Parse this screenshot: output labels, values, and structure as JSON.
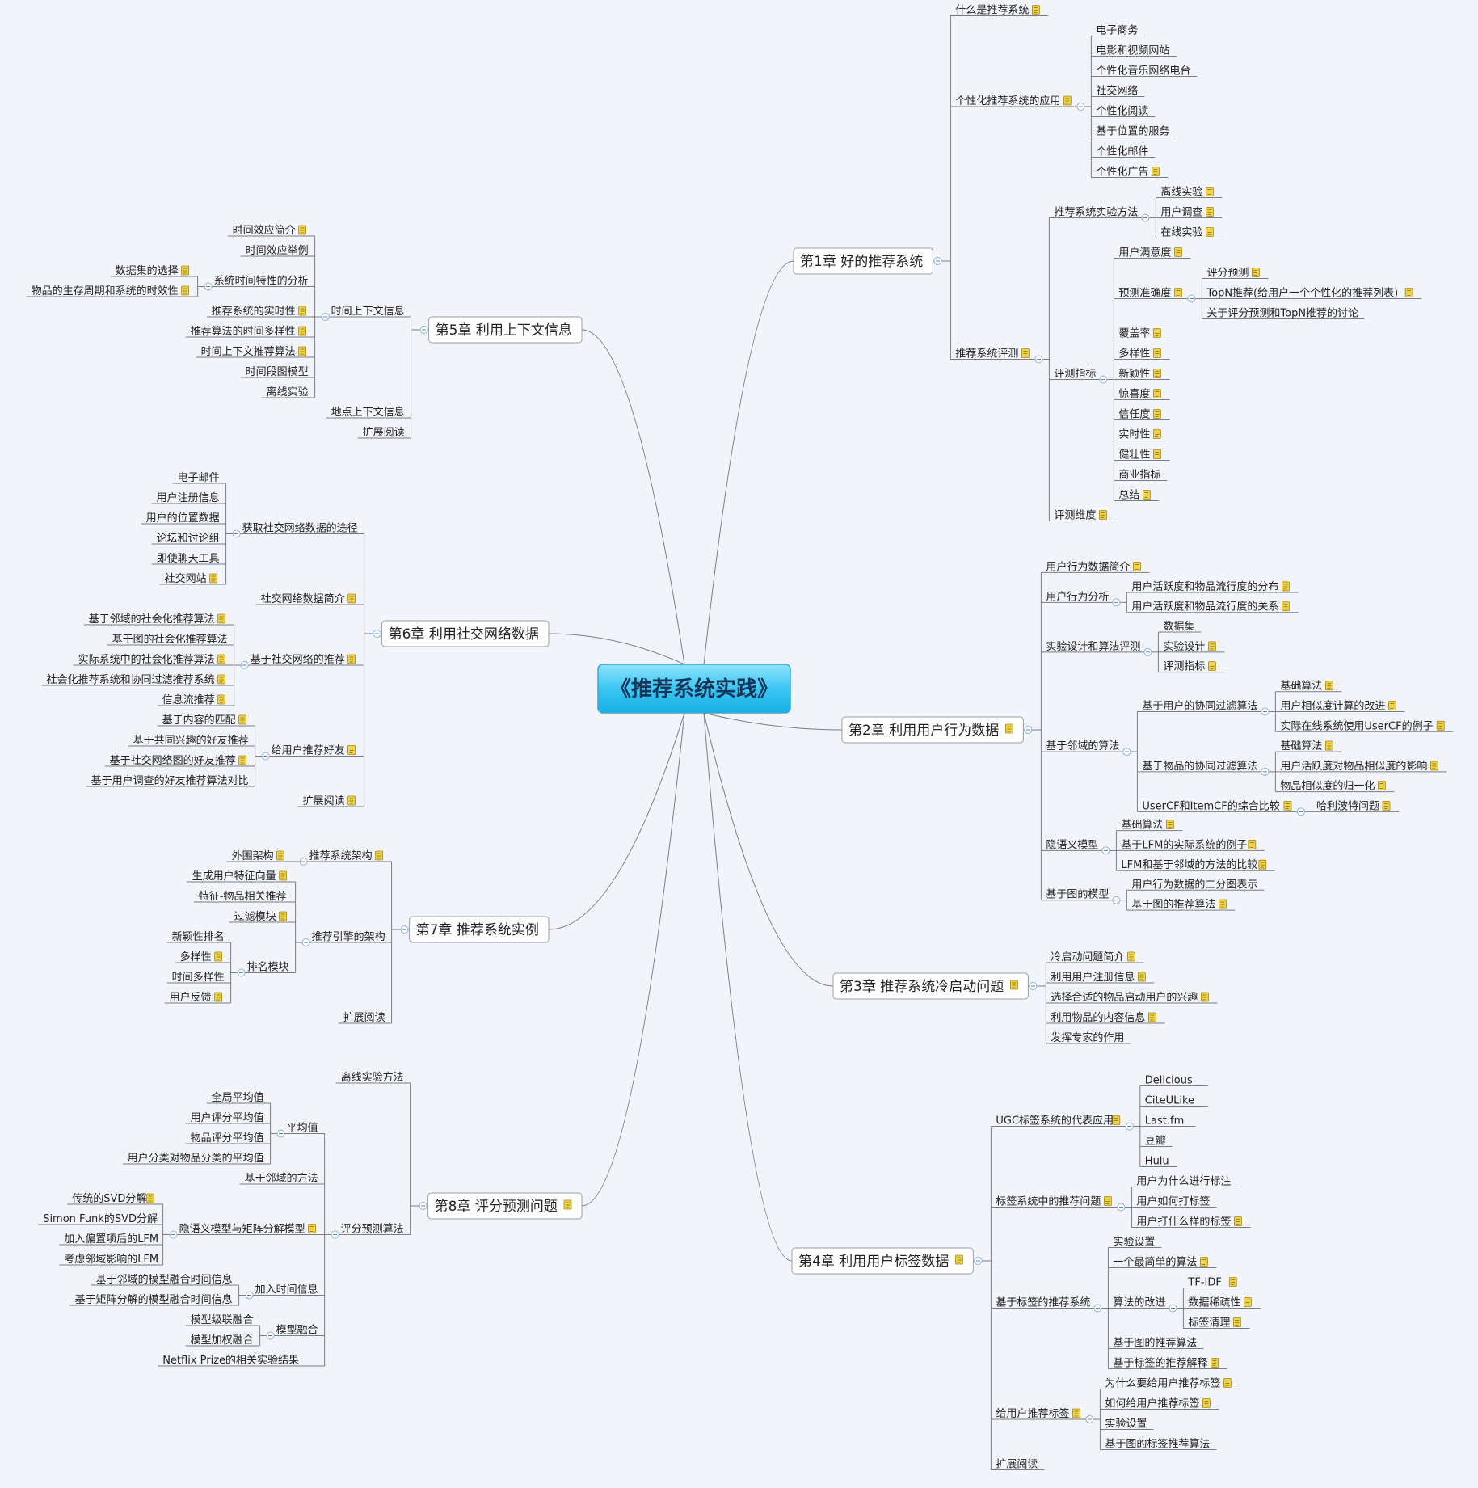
{
  "mindmap": {
    "root": "《推荐系统实践》",
    "right": [
      {
        "label": "第1章 好的推荐系统",
        "children": [
          {
            "label": "什么是推荐系统",
            "note": true
          },
          {
            "label": "个性化推荐系统的应用",
            "note": true,
            "children": [
              {
                "label": "电子商务"
              },
              {
                "label": "电影和视频网站"
              },
              {
                "label": "个性化音乐网络电台"
              },
              {
                "label": "社交网络"
              },
              {
                "label": "个性化阅读"
              },
              {
                "label": "基于位置的服务"
              },
              {
                "label": "个性化邮件"
              },
              {
                "label": "个性化广告",
                "note": true
              }
            ]
          },
          {
            "label": "推荐系统评测",
            "note": true,
            "children": [
              {
                "label": "推荐系统实验方法",
                "children": [
                  {
                    "label": "离线实验",
                    "note": true
                  },
                  {
                    "label": "用户调查",
                    "note": true
                  },
                  {
                    "label": "在线实验",
                    "note": true
                  }
                ]
              },
              {
                "label": "评测指标",
                "children": [
                  {
                    "label": "用户满意度",
                    "note": true
                  },
                  {
                    "label": "预测准确度",
                    "note": true,
                    "children": [
                      {
                        "label": "评分预测",
                        "note": true
                      },
                      {
                        "label": "TopN推荐(给用户一个个性化的推荐列表)",
                        "note": true
                      },
                      {
                        "label": "关于评分预测和TopN推荐的讨论"
                      }
                    ]
                  },
                  {
                    "label": "覆盖率",
                    "note": true
                  },
                  {
                    "label": "多样性",
                    "note": true
                  },
                  {
                    "label": "新颖性",
                    "note": true
                  },
                  {
                    "label": "惊喜度",
                    "note": true
                  },
                  {
                    "label": "信任度",
                    "note": true
                  },
                  {
                    "label": "实时性",
                    "note": true
                  },
                  {
                    "label": "健壮性",
                    "note": true
                  },
                  {
                    "label": "商业指标"
                  },
                  {
                    "label": "总结",
                    "note": true
                  }
                ]
              },
              {
                "label": "评测维度",
                "note": true
              }
            ]
          }
        ]
      },
      {
        "label": "第2章 利用用户行为数据",
        "note": true,
        "children": [
          {
            "label": "用户行为数据简介",
            "note": true
          },
          {
            "label": "用户行为分析",
            "children": [
              {
                "label": "用户活跃度和物品流行度的分布",
                "note": true
              },
              {
                "label": "用户活跃度和物品流行度的关系",
                "note": true
              }
            ]
          },
          {
            "label": "实验设计和算法评测",
            "children": [
              {
                "label": "数据集"
              },
              {
                "label": "实验设计",
                "note": true
              },
              {
                "label": "评测指标",
                "note": true
              }
            ]
          },
          {
            "label": "基于邻域的算法",
            "children": [
              {
                "label": "基于用户的协同过滤算法",
                "children": [
                  {
                    "label": "基础算法",
                    "note": true
                  },
                  {
                    "label": "用户相似度计算的改进",
                    "note": true
                  },
                  {
                    "label": "实际在线系统使用UserCF的例子",
                    "note": true
                  }
                ]
              },
              {
                "label": "基于物品的协同过滤算法",
                "children": [
                  {
                    "label": "基础算法",
                    "note": true
                  },
                  {
                    "label": "用户活跃度对物品相似度的影响",
                    "note": true
                  },
                  {
                    "label": "物品相似度的归一化",
                    "note": true
                  }
                ]
              },
              {
                "label": "UserCF和ItemCF的综合比较",
                "note": true,
                "children": [
                  {
                    "label": "哈利波特问题",
                    "note": true
                  }
                ]
              }
            ]
          },
          {
            "label": "隐语义模型",
            "children": [
              {
                "label": "基础算法",
                "note": true
              },
              {
                "label": "基于LFM的实际系统的例子",
                "note": true
              },
              {
                "label": "LFM和基于邻域的方法的比较",
                "note": true
              }
            ]
          },
          {
            "label": "基于图的模型",
            "children": [
              {
                "label": "用户行为数据的二分图表示"
              },
              {
                "label": "基于图的推荐算法",
                "note": true
              }
            ]
          }
        ]
      },
      {
        "label": "第3章 推荐系统冷启动问题",
        "note": true,
        "children": [
          {
            "label": "冷启动问题简介",
            "note": true
          },
          {
            "label": "利用用户注册信息",
            "note": true
          },
          {
            "label": "选择合适的物品启动用户的兴趣",
            "note": true
          },
          {
            "label": "利用物品的内容信息",
            "note": true
          },
          {
            "label": "发挥专家的作用"
          }
        ]
      },
      {
        "label": "第4章 利用用户标签数据",
        "note": true,
        "children": [
          {
            "label": "UGC标签系统的代表应用",
            "note": true,
            "children": [
              {
                "label": "Delicious"
              },
              {
                "label": "CiteULike"
              },
              {
                "label": "Last.fm"
              },
              {
                "label": "豆瓣"
              },
              {
                "label": "Hulu"
              }
            ]
          },
          {
            "label": "标签系统中的推荐问题",
            "note": true,
            "children": [
              {
                "label": "用户为什么进行标注"
              },
              {
                "label": "用户如何打标签"
              },
              {
                "label": "用户打什么样的标签",
                "note": true
              }
            ]
          },
          {
            "label": "基于标签的推荐系统",
            "children": [
              {
                "label": "实验设置"
              },
              {
                "label": "一个最简单的算法",
                "note": true
              },
              {
                "label": "算法的改进",
                "children": [
                  {
                    "label": "TF-IDF",
                    "note": true
                  },
                  {
                    "label": "数据稀疏性",
                    "note": true
                  },
                  {
                    "label": "标签清理",
                    "note": true
                  }
                ]
              },
              {
                "label": "基于图的推荐算法"
              },
              {
                "label": "基于标签的推荐解释",
                "note": true
              }
            ]
          },
          {
            "label": "给用户推荐标签",
            "note": true,
            "children": [
              {
                "label": "为什么要给用户推荐标签",
                "note": true
              },
              {
                "label": "如何给用户推荐标签",
                "note": true
              },
              {
                "label": "实验设置"
              },
              {
                "label": "基于图的标签推荐算法"
              }
            ]
          },
          {
            "label": "扩展阅读"
          }
        ]
      }
    ],
    "left": [
      {
        "label": "第5章 利用上下文信息",
        "children": [
          {
            "label": "时间上下文信息",
            "children": [
              {
                "label": "时间效应简介",
                "note": true
              },
              {
                "label": "时间效应举例"
              },
              {
                "label": "系统时间特性的分析",
                "children": [
                  {
                    "label": "数据集的选择",
                    "note": true
                  },
                  {
                    "label": "物品的生存周期和系统的时效性",
                    "note": true
                  }
                ]
              },
              {
                "label": "推荐系统的实时性",
                "note": true
              },
              {
                "label": "推荐算法的时间多样性",
                "note": true
              },
              {
                "label": "时间上下文推荐算法",
                "note": true
              },
              {
                "label": "时间段图模型"
              },
              {
                "label": "离线实验"
              }
            ]
          },
          {
            "label": "地点上下文信息"
          },
          {
            "label": "扩展阅读"
          }
        ]
      },
      {
        "label": "第6章 利用社交网络数据",
        "children": [
          {
            "label": "获取社交网络数据的途径",
            "children": [
              {
                "label": "电子邮件"
              },
              {
                "label": "用户注册信息"
              },
              {
                "label": "用户的位置数据"
              },
              {
                "label": "论坛和讨论组"
              },
              {
                "label": "即使聊天工具"
              },
              {
                "label": "社交网站",
                "note": true
              }
            ]
          },
          {
            "label": "社交网络数据简介",
            "note": true
          },
          {
            "label": "基于社交网络的推荐",
            "note": true,
            "children": [
              {
                "label": "基于邻域的社会化推荐算法",
                "note": true
              },
              {
                "label": "基于图的社会化推荐算法"
              },
              {
                "label": "实际系统中的社会化推荐算法",
                "note": true
              },
              {
                "label": "社会化推荐系统和协同过滤推荐系统",
                "note": true
              },
              {
                "label": "信息流推荐",
                "note": true
              }
            ]
          },
          {
            "label": "给用户推荐好友",
            "note": true,
            "children": [
              {
                "label": "基于内容的匹配",
                "note": true
              },
              {
                "label": "基于共同兴趣的好友推荐"
              },
              {
                "label": "基于社交网络图的好友推荐",
                "note": true
              },
              {
                "label": "基于用户调查的好友推荐算法对比"
              }
            ]
          },
          {
            "label": "扩展阅读",
            "note": true
          }
        ]
      },
      {
        "label": "第7章 推荐系统实例",
        "children": [
          {
            "label": "推荐系统架构",
            "note": true,
            "children": [
              {
                "label": "外围架构",
                "note": true
              }
            ]
          },
          {
            "label": "推荐引擎的架构",
            "children": [
              {
                "label": "生成用户特征向量",
                "note": true
              },
              {
                "label": "特征-物品相关推荐"
              },
              {
                "label": "过滤模块",
                "note": true
              },
              {
                "label": "排名模块",
                "children": [
                  {
                    "label": "新颖性排名"
                  },
                  {
                    "label": "多样性",
                    "note": true
                  },
                  {
                    "label": "时间多样性"
                  },
                  {
                    "label": "用户反馈",
                    "note": true
                  }
                ]
              }
            ]
          },
          {
            "label": "扩展阅读"
          }
        ]
      },
      {
        "label": "第8章 评分预测问题",
        "note": true,
        "children": [
          {
            "label": "离线实验方法"
          },
          {
            "label": "评分预测算法",
            "children": [
              {
                "label": "平均值",
                "children": [
                  {
                    "label": "全局平均值"
                  },
                  {
                    "label": "用户评分平均值"
                  },
                  {
                    "label": "物品评分平均值"
                  },
                  {
                    "label": "用户分类对物品分类的平均值"
                  }
                ]
              },
              {
                "label": "基于邻域的方法"
              },
              {
                "label": "隐语义模型与矩阵分解模型",
                "note": true,
                "children": [
                  {
                    "label": "传统的SVD分解",
                    "note": true
                  },
                  {
                    "label": "Simon Funk的SVD分解"
                  },
                  {
                    "label": "加入偏置项后的LFM"
                  },
                  {
                    "label": "考虑邻域影响的LFM"
                  }
                ]
              },
              {
                "label": "加入时间信息",
                "children": [
                  {
                    "label": "基于邻域的模型融合时间信息"
                  },
                  {
                    "label": "基于矩阵分解的模型融合时间信息"
                  }
                ]
              },
              {
                "label": "模型融合",
                "children": [
                  {
                    "label": "模型级联融合"
                  },
                  {
                    "label": "模型加权融合"
                  }
                ]
              },
              {
                "label": "Netflix Prize的相关实验结果"
              }
            ]
          }
        ]
      }
    ]
  }
}
